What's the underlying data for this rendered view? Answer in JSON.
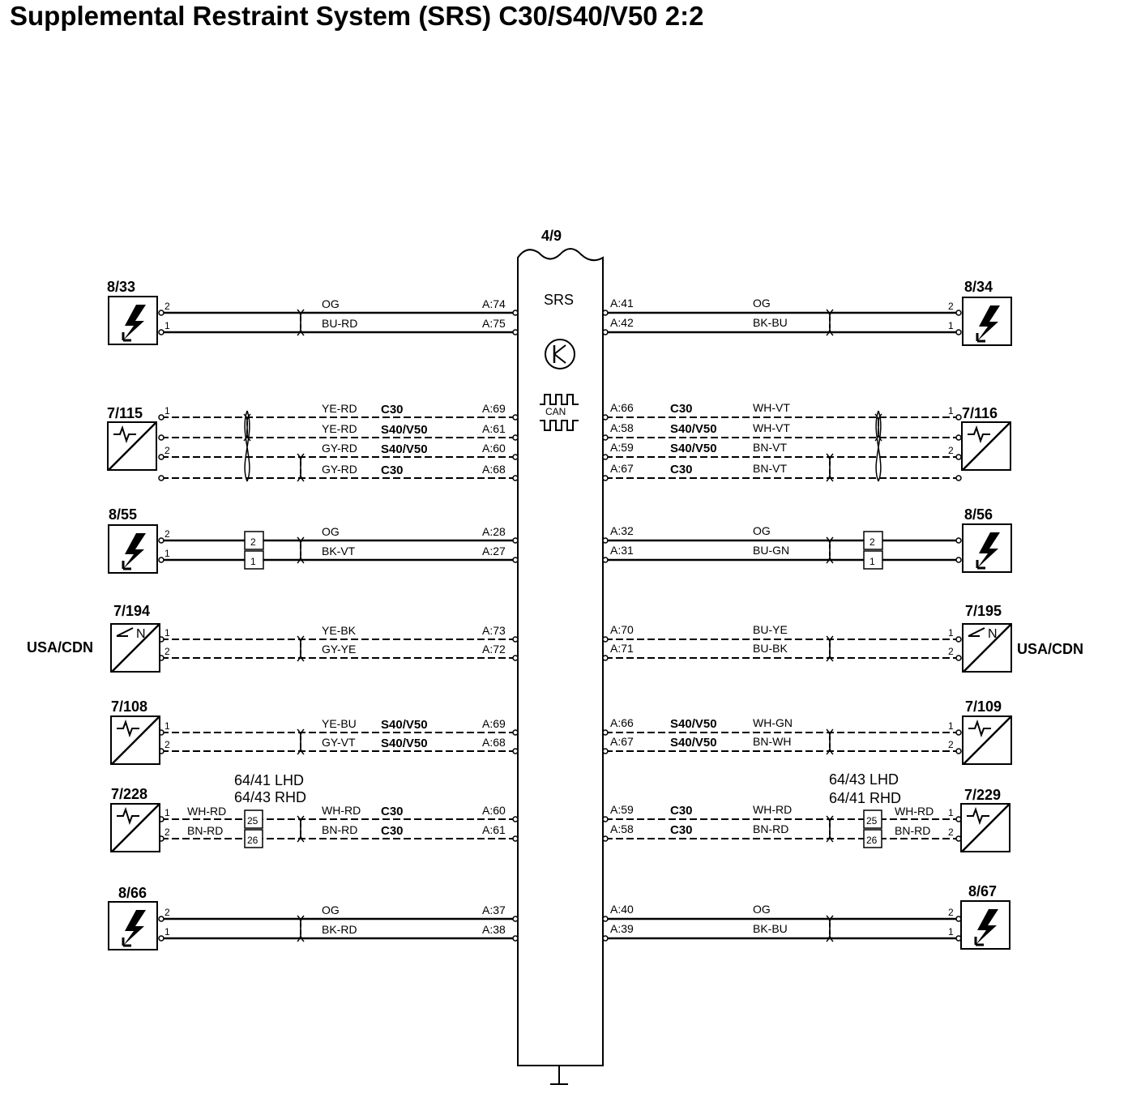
{
  "title": "Supplemental Restraint System (SRS) C30/S40/V50 2:2",
  "ecu": {
    "id": "4/9",
    "name": "SRS",
    "can_label": "CAN"
  },
  "region_left": "USA/CDN",
  "region_right": "USA/CDN",
  "splice_left": [
    "64/41 LHD",
    "64/43 RHD"
  ],
  "splice_right": [
    "64/43 LHD",
    "64/41 RHD"
  ],
  "component_icons": {
    "squib": "explosive-lightning-icon",
    "sensor": "pressure-sensor-icon",
    "side_sensor": "lateral-acceleration-sensor-icon"
  },
  "components": [
    {
      "id": "8/33",
      "side": "left"
    },
    {
      "id": "7/115",
      "side": "left"
    },
    {
      "id": "8/55",
      "side": "left"
    },
    {
      "id": "7/194",
      "side": "left"
    },
    {
      "id": "7/108",
      "side": "left"
    },
    {
      "id": "7/228",
      "side": "left"
    },
    {
      "id": "8/66",
      "side": "left"
    },
    {
      "id": "8/34",
      "side": "right"
    },
    {
      "id": "7/116",
      "side": "right"
    },
    {
      "id": "8/56",
      "side": "right"
    },
    {
      "id": "7/195",
      "side": "right"
    },
    {
      "id": "7/109",
      "side": "right"
    },
    {
      "id": "7/229",
      "side": "right"
    },
    {
      "id": "8/67",
      "side": "right"
    }
  ],
  "wires": {
    "left": [
      {
        "pin": "2",
        "color": "OG",
        "ecu_pin": "A:74",
        "variant": ""
      },
      {
        "pin": "1",
        "color": "BU-RD",
        "ecu_pin": "A:75",
        "variant": ""
      },
      {
        "pin": "1",
        "color": "YE-RD",
        "ecu_pin": "A:69",
        "variant": "C30"
      },
      {
        "pin": "",
        "color": "YE-RD",
        "ecu_pin": "A:61",
        "variant": "S40/V50"
      },
      {
        "pin": "2",
        "color": "GY-RD",
        "ecu_pin": "A:60",
        "variant": "S40/V50"
      },
      {
        "pin": "",
        "color": "GY-RD",
        "ecu_pin": "A:68",
        "variant": "C30"
      },
      {
        "pin": "2",
        "color": "OG",
        "ecu_pin": "A:28",
        "variant": ""
      },
      {
        "pin": "1",
        "color": "BK-VT",
        "ecu_pin": "A:27",
        "variant": ""
      },
      {
        "pin": "1",
        "color": "YE-BK",
        "ecu_pin": "A:73",
        "variant": ""
      },
      {
        "pin": "2",
        "color": "GY-YE",
        "ecu_pin": "A:72",
        "variant": ""
      },
      {
        "pin": "1",
        "color": "YE-BU",
        "ecu_pin": "A:69",
        "variant": "S40/V50"
      },
      {
        "pin": "2",
        "color": "GY-VT",
        "ecu_pin": "A:68",
        "variant": "S40/V50"
      },
      {
        "pin": "1",
        "color": "WH-RD",
        "ecu_pin": "A:60",
        "variant": "C30",
        "stub_color": "WH-RD",
        "splice_pin": "25"
      },
      {
        "pin": "2",
        "color": "BN-RD",
        "ecu_pin": "A:61",
        "variant": "C30",
        "stub_color": "BN-RD",
        "splice_pin": "26"
      },
      {
        "pin": "2",
        "color": "OG",
        "ecu_pin": "A:37",
        "variant": ""
      },
      {
        "pin": "1",
        "color": "BK-RD",
        "ecu_pin": "A:38",
        "variant": ""
      }
    ],
    "right": [
      {
        "pin": "2",
        "color": "OG",
        "ecu_pin": "A:41",
        "variant": ""
      },
      {
        "pin": "1",
        "color": "BK-BU",
        "ecu_pin": "A:42",
        "variant": ""
      },
      {
        "pin": "1",
        "color": "WH-VT",
        "ecu_pin": "A:66",
        "variant": "C30"
      },
      {
        "pin": "",
        "color": "WH-VT",
        "ecu_pin": "A:58",
        "variant": "S40/V50"
      },
      {
        "pin": "2",
        "color": "BN-VT",
        "ecu_pin": "A:59",
        "variant": "S40/V50"
      },
      {
        "pin": "",
        "color": "BN-VT",
        "ecu_pin": "A:67",
        "variant": "C30"
      },
      {
        "pin": "",
        "color": "OG",
        "ecu_pin": "A:32",
        "variant": ""
      },
      {
        "pin": "",
        "color": "BU-GN",
        "ecu_pin": "A:31",
        "variant": ""
      },
      {
        "pin": "1",
        "color": "BU-YE",
        "ecu_pin": "A:70",
        "variant": ""
      },
      {
        "pin": "2",
        "color": "BU-BK",
        "ecu_pin": "A:71",
        "variant": ""
      },
      {
        "pin": "1",
        "color": "WH-GN",
        "ecu_pin": "A:66",
        "variant": "S40/V50"
      },
      {
        "pin": "2",
        "color": "BN-WH",
        "ecu_pin": "A:67",
        "variant": "S40/V50"
      },
      {
        "pin": "1",
        "color": "WH-RD",
        "ecu_pin": "A:59",
        "variant": "C30",
        "stub_color": "WH-RD",
        "splice_pin": "25"
      },
      {
        "pin": "2",
        "color": "BN-RD",
        "ecu_pin": "A:58",
        "variant": "C30",
        "stub_color": "BN-RD",
        "splice_pin": "26"
      },
      {
        "pin": "2",
        "color": "OG",
        "ecu_pin": "A:40",
        "variant": ""
      },
      {
        "pin": "1",
        "color": "BK-BU",
        "ecu_pin": "A:39",
        "variant": ""
      }
    ]
  },
  "connector_pins_left": [
    {
      "top": "2",
      "bottom": "1"
    }
  ],
  "connector_pins_right": [
    {
      "top": "2",
      "bottom": "1"
    }
  ]
}
